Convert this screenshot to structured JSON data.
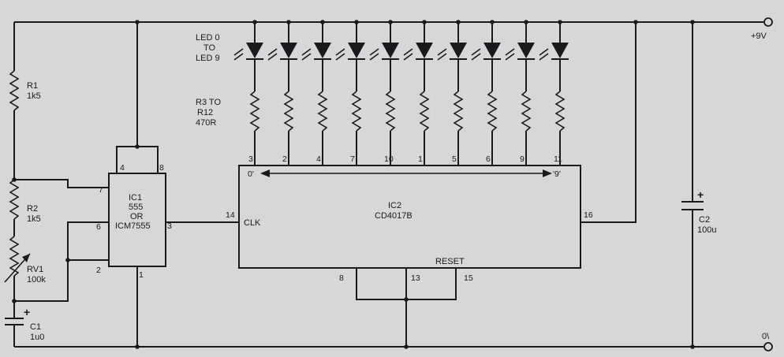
{
  "supply": {
    "positive_label": "+9V",
    "ground_label": "0\\"
  },
  "leds": {
    "count": 10,
    "label_lines": [
      "LED 0",
      "TO",
      "LED 9"
    ]
  },
  "resistor_array": {
    "label_lines": [
      "R3 TO",
      "R12",
      "470R"
    ]
  },
  "output_pins": [
    "3",
    "2",
    "4",
    "7",
    "10",
    "1",
    "5",
    "6",
    "9",
    "11"
  ],
  "r1": {
    "name": "R1",
    "value": "1k5"
  },
  "r2": {
    "name": "R2",
    "value": "1k5"
  },
  "rv1": {
    "name": "RV1",
    "value": "100k"
  },
  "c1": {
    "name": "C1",
    "value": "1u0",
    "polarity": "+"
  },
  "c2": {
    "name": "C2",
    "value": "100u",
    "polarity": "+"
  },
  "ic1": {
    "lines": [
      "IC1",
      "555",
      "OR",
      "ICM7555"
    ],
    "pins": {
      "p4": "4",
      "p8": "8",
      "p7": "7",
      "p6": "6",
      "p2": "2",
      "p1": "1",
      "p3": "3"
    }
  },
  "ic2": {
    "name": "IC2",
    "part": "CD4017B",
    "clk_label": "CLK",
    "reset_label": "RESET",
    "out_first": "0'",
    "out_last": "'9'",
    "pins": {
      "clk": "14",
      "vdd": "16",
      "p8": "8",
      "p13": "13",
      "p15": "15"
    }
  }
}
